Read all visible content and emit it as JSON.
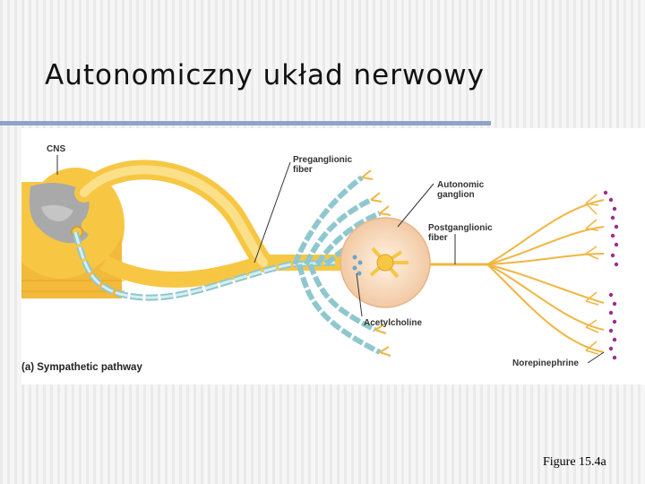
{
  "slide": {
    "title": "Autonomiczny układ nerwowy",
    "figure_ref": "Figure 15.4a"
  },
  "figure": {
    "caption": "(a) Sympathetic pathway",
    "labels": {
      "cns": "CNS",
      "preganglionic_1": "Preganglionic",
      "preganglionic_2": "fiber",
      "autonomic_1": "Autonomic",
      "autonomic_2": "ganglion",
      "postganglionic_1": "Postganglionic",
      "postganglionic_2": "fiber",
      "acetylcholine": "Acetylcholine",
      "norepinephrine": "Norepinephrine"
    },
    "colors": {
      "nerve_yellow": "#f7c744",
      "nerve_light": "#fbe08a",
      "myelin": "#b5d8dc",
      "grey_matter": "#a9a9a9",
      "ganglion": "#f8dcc0",
      "vesicle_dot": "#9c2d8d",
      "accent_rule": "#8ea3c7"
    }
  }
}
